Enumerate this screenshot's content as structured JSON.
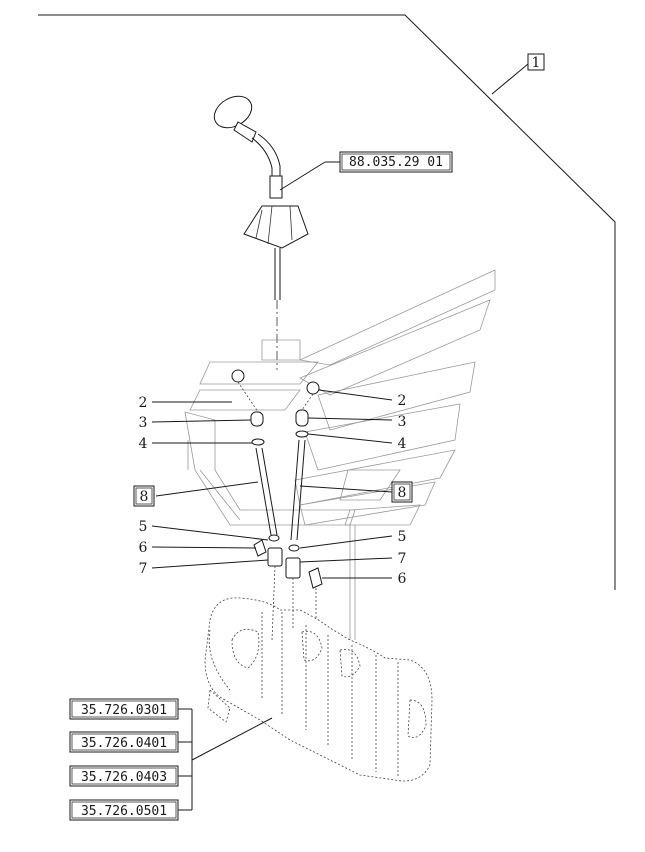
{
  "diagram": {
    "ref_box_top": "1",
    "lever_ref": "88.035.29 01",
    "callouts_left": [
      "2",
      "3",
      "4",
      "5",
      "6",
      "7"
    ],
    "callouts_right": [
      "2",
      "3",
      "4",
      "5",
      "7",
      "6"
    ],
    "boxed_callout_left": "8",
    "boxed_callout_right": "8",
    "valve_refs": [
      "35.726.0301",
      "35.726.0401",
      "35.726.0403",
      "35.726.0501"
    ]
  }
}
